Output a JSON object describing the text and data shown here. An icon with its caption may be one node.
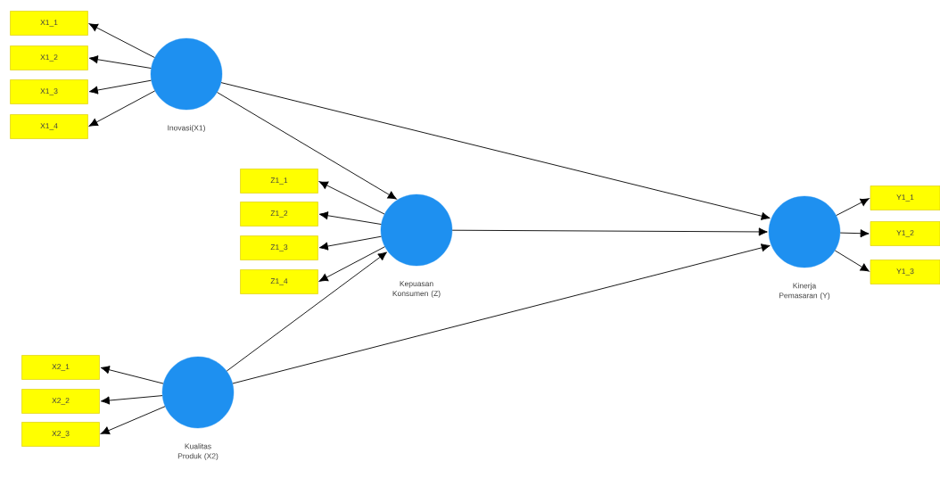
{
  "diagram": {
    "nodes": [
      {
        "text": [
          "X1_1"
        ]
      },
      {
        "text": [
          "X1_2"
        ]
      },
      {
        "text": [
          "X1_3"
        ]
      },
      {
        "text": [
          "X1_4"
        ]
      },
      {
        "text": [
          "Inovasi(X1)"
        ]
      },
      {
        "text": [
          "Z1_1"
        ]
      },
      {
        "text": [
          "Z1_2"
        ]
      },
      {
        "text": [
          "Z1_3"
        ]
      },
      {
        "text": [
          "Z1_4"
        ]
      },
      {
        "text": [
          "Kepuasan Konsumen (Z)"
        ]
      },
      {
        "text": [
          "Kinerja Pemasaran (Y)"
        ]
      },
      {
        "text": [
          "Y1_1"
        ]
      },
      {
        "text": [
          "Y1_2"
        ]
      },
      {
        "text": [
          "Y1_3"
        ]
      },
      {
        "text": [
          "X2_1"
        ]
      },
      {
        "text": [
          "X2_2"
        ]
      },
      {
        "text": [
          "X2_3"
        ]
      },
      {
        "text": [
          "Kualitas Produk (X2)"
        ]
      }
    ],
    "edges": [
      {
        "from": 4,
        "to": 0,
        "arrow": "to"
      },
      {
        "from": 4,
        "to": 1,
        "arrow": "to"
      },
      {
        "from": 4,
        "to": 2,
        "arrow": "to"
      },
      {
        "from": 4,
        "to": 3,
        "arrow": "to"
      },
      {
        "from": 4,
        "to": 9,
        "arrow": "to"
      },
      {
        "from": 4,
        "to": 10,
        "arrow": "to"
      },
      {
        "from": 9,
        "to": 5,
        "arrow": "to"
      },
      {
        "from": 9,
        "to": 6,
        "arrow": "to"
      },
      {
        "from": 9,
        "to": 7,
        "arrow": "to"
      },
      {
        "from": 9,
        "to": 8,
        "arrow": "to"
      },
      {
        "from": 9,
        "to": 10,
        "arrow": "to"
      },
      {
        "from": 17,
        "to": 9,
        "arrow": "to"
      },
      {
        "from": 17,
        "to": 10,
        "arrow": "to"
      },
      {
        "from": 10,
        "to": 11,
        "arrow": "to"
      },
      {
        "from": 10,
        "to": 12,
        "arrow": "to"
      },
      {
        "from": 10,
        "to": 13,
        "arrow": "to"
      },
      {
        "from": 17,
        "to": 14,
        "arrow": "to"
      },
      {
        "from": 17,
        "to": 15,
        "arrow": "to"
      },
      {
        "from": 17,
        "to": 16,
        "arrow": "to"
      }
    ]
  }
}
